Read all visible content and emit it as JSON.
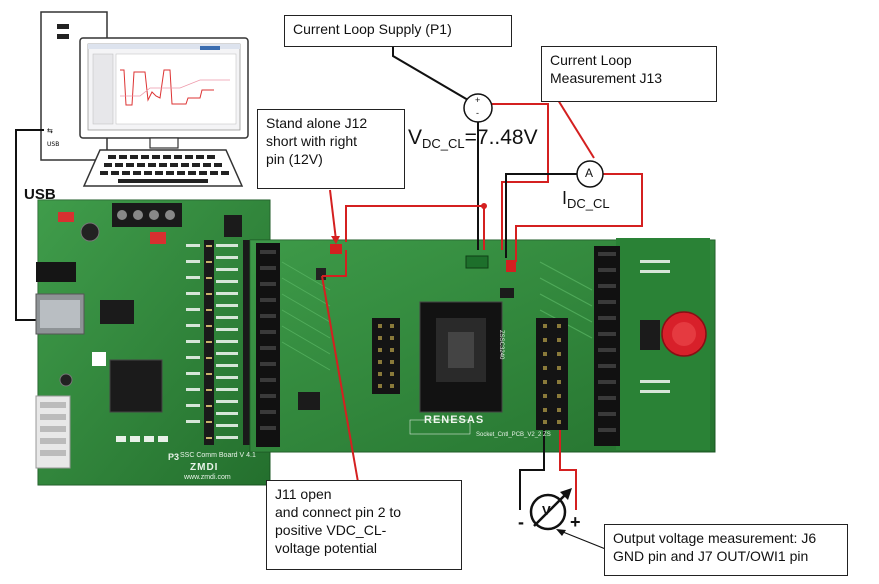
{
  "callouts": {
    "supply": "Current Loop Supply (P1)",
    "measurement": "Current Loop\nMeasurement J13",
    "standalone": "Stand alone J12\nshort with right\npin (12V)",
    "j11": "J11 open\nand connect pin 2 to\npositive VDC_CL-\nvoltage potential",
    "output": "Output voltage measurement: J6\nGND pin and J7 OUT/OWI1 pin"
  },
  "labels": {
    "usb": "USB",
    "vdc_v": "V",
    "vdc_sub": "DC_CL",
    "vdc_rest": "=7..48V",
    "idc_i": "I",
    "idc_sub": "DC_CL",
    "ammeter": "A",
    "plus_small": "+",
    "minus_small": "-",
    "minus": "-",
    "plus": "+",
    "voltmeter": "V"
  },
  "board": {
    "ssc_label": "SSC Comm Board V 4.1",
    "zmdi": "ZMDI",
    "website": "www.zmdi.com",
    "renesas": "RENESAS",
    "p3": "P3",
    "socket_label": "Socket_Cntl_PCB_V2_2 ZS",
    "sensor_label": "ZSSC3240"
  },
  "colors": {
    "pcb_green": "#2f8a3a",
    "pcb_dark": "#246b2d",
    "wire_red": "#d42020",
    "wire_black": "#111111",
    "knob_red": "#d8202a"
  }
}
